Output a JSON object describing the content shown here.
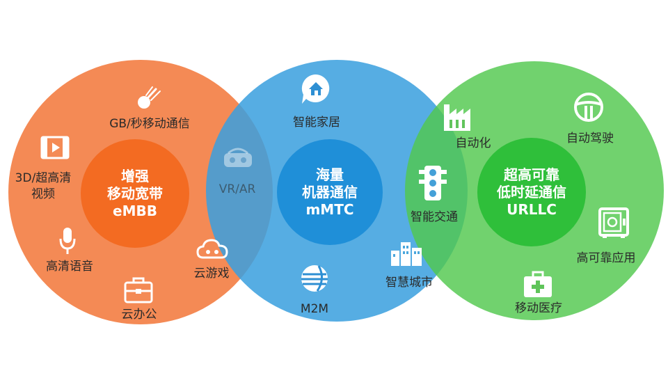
{
  "embb": {
    "core": [
      "增强",
      "移动宽带",
      "eMBB"
    ],
    "items": {
      "gb": "GB/秒移动通信",
      "3d_line1": "3D/超高清",
      "3d_line2": "视频",
      "voice": "高清语音",
      "cloud_game": "云游戏",
      "cloud_office": "云办公"
    }
  },
  "mmtc": {
    "core": [
      "海量",
      "机器通信",
      "mMTC"
    ],
    "items": {
      "smart_home": "智能家居",
      "vrar": "VR/AR",
      "smart_traffic": "智能交通",
      "smart_city": "智慧城市",
      "m2m": "M2M"
    }
  },
  "urllc": {
    "core": [
      "超高可靠",
      "低时延通信",
      "URLLC"
    ],
    "items": {
      "automation": "自动化",
      "autodrive": "自动驾驶",
      "high_rel": "高可靠应用",
      "mobile_med": "移动医疗"
    }
  },
  "colors": {
    "embb_outer": "#f48a55",
    "embb_core": "#f36b22",
    "mmtc_outer": "#3aa0de",
    "mmtc_core": "#1f8fd8",
    "urllc_outer": "#52c84e",
    "urllc_core": "#2fbf3a"
  },
  "icons": [
    "comet-icon",
    "film-icon",
    "microphone-icon",
    "briefcase-icon",
    "cloud-game-icon",
    "home-bubble-icon",
    "vr-headset-icon",
    "traffic-light-icon",
    "city-buildings-icon",
    "globe-icon",
    "factory-icon",
    "steering-wheel-icon",
    "safe-icon",
    "medical-kit-icon"
  ]
}
